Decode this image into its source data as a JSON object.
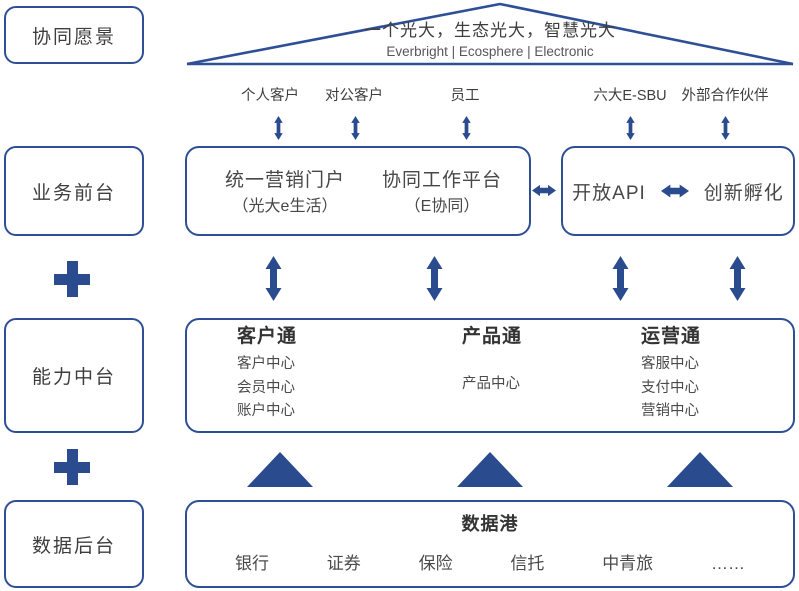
{
  "colors": {
    "accent": "#2a4b8d",
    "border": "#2e4f95",
    "text_dark": "#3e3e3e"
  },
  "rail": {
    "vision_label": "协同愿景",
    "front_label": "业务前台",
    "mid_label": "能力中台",
    "back_label": "数据后台"
  },
  "roof": {
    "title_cn": "一个光大，生态光大，智慧光大",
    "title_en": "Everbright | Ecosphere | Electronic"
  },
  "audiences": [
    {
      "label": "个人客户"
    },
    {
      "label": "对公客户"
    },
    {
      "label": "员工"
    },
    {
      "label": "六大E-SBU"
    },
    {
      "label": "外部合作伙伴"
    }
  ],
  "front_left_box": {
    "items": [
      {
        "title": "统一营销门户",
        "subtitle": "（光大e生活）"
      },
      {
        "title": "协同工作平台",
        "subtitle": "（E协同）"
      }
    ]
  },
  "front_right_box": {
    "items": [
      {
        "title": "开放API"
      },
      {
        "title": "创新孵化"
      }
    ]
  },
  "mid_box": {
    "columns": [
      {
        "header": "客户通",
        "items": [
          "客户中心",
          "会员中心",
          "账户中心"
        ]
      },
      {
        "header": "产品通",
        "items": [
          "产品中心"
        ]
      },
      {
        "header": "运营通",
        "items": [
          "客服中心",
          "支付中心",
          "营销中心"
        ]
      }
    ]
  },
  "bottom_box": {
    "title": "数据港",
    "items": [
      "银行",
      "证券",
      "保险",
      "信托",
      "中青旅",
      "……"
    ]
  }
}
